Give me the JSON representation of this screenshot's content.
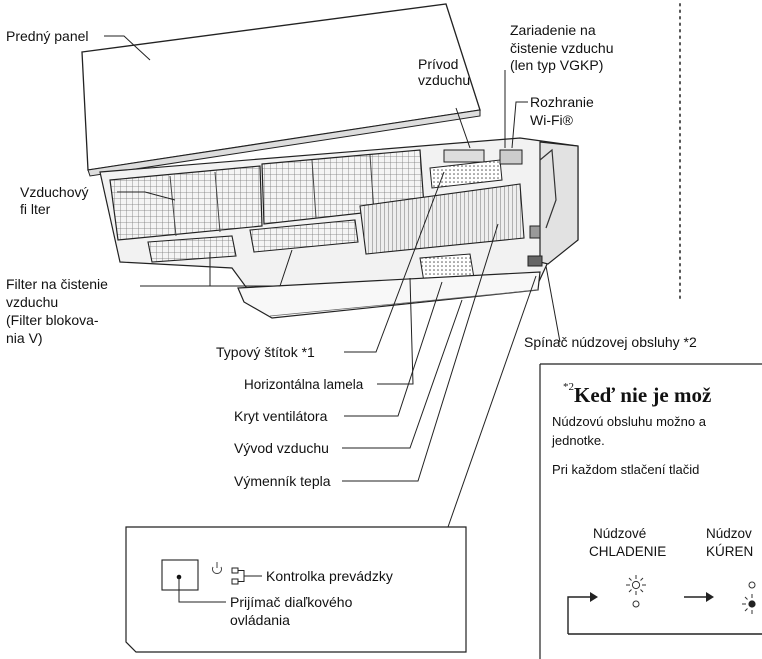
{
  "labels": {
    "front_panel": "Predný panel",
    "air_filter_l1": "Vzduchový",
    "air_filter_l2": "fi lter",
    "clean_filter_l1": "Filter na čistenie",
    "clean_filter_l2": "vzduchu",
    "clean_filter_l3": "(Filter blokova-",
    "clean_filter_l4": "nia V)",
    "air_inlet_l1": "Prívod",
    "air_inlet_l2": "vzduchu",
    "air_cleaner_l1": "Zariadenie na",
    "air_cleaner_l2": "čistenie vzduchu",
    "air_cleaner_l3": "(len typ VGKP)",
    "wifi_l1": "Rozhranie",
    "wifi_l2": "Wi-Fi®",
    "nameplate": "Typový štítok *1",
    "horizontal_louver": "Horizontálna lamela",
    "fan_cover": "Kryt ventilátora",
    "air_outlet": "Vývod vzduchu",
    "heat_exchanger": "Výmenník tepla",
    "emergency_switch": "Spínač núdzovej obsluhy *2"
  },
  "inset": {
    "operation_lamp": "Kontrolka prevádzky",
    "receiver_l1": "Prijímač diaľkového",
    "receiver_l2": "ovládania"
  },
  "note_box": {
    "superscript": "*2",
    "title": "Keď nie je mož",
    "line1": "Núdzovú obsluhu možno a",
    "line2": "jednotke.",
    "line3": "Pri každom stlačení tlačid",
    "mode1_l1": "Núdzové",
    "mode1_l2": "CHLADENIE",
    "mode2_l1": "Núdzov",
    "mode2_l2": "KÚREN"
  },
  "icons": [
    "power-icon",
    "lamp-connector-icon",
    "sun-lamp-icon",
    "arrow-right-icon"
  ]
}
